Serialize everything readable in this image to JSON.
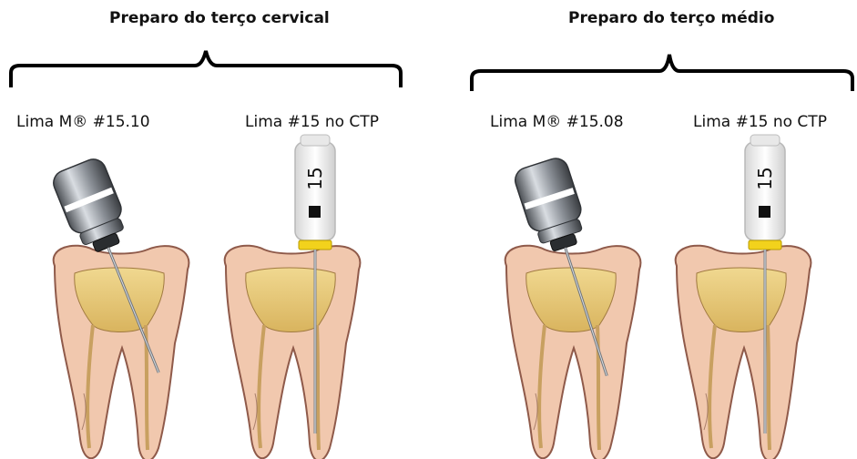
{
  "sections": [
    {
      "title": "Preparo do terço cervical",
      "panels": [
        {
          "label": "Lima M® #15.10",
          "instrument": "rotary-file"
        },
        {
          "label": "Lima #15 no CTP",
          "instrument": "hand-file",
          "handle_number": "15"
        }
      ]
    },
    {
      "title": "Preparo do terço médio",
      "panels": [
        {
          "label": "Lima M® #15.08",
          "instrument": "rotary-file"
        },
        {
          "label": "Lima #15 no CTP",
          "instrument": "hand-file",
          "handle_number": "15"
        }
      ]
    }
  ],
  "colors": {
    "tooth_enamel": "#f1c8ae",
    "tooth_outline": "#8f5a4a",
    "pulp_chamber": "#e8c878",
    "canal": "#c8b078",
    "file_metal": "#8a8f96",
    "stopper_yellow": "#f2d21c",
    "handle_white": "#f2f2f2"
  }
}
